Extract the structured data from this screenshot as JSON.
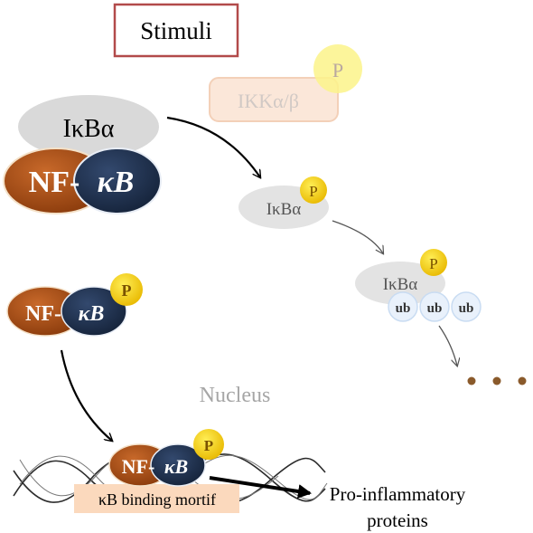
{
  "stimuli_label": "Stimuli",
  "ikk_label": "IKKα/β",
  "phospho_label": "P",
  "ikba_label": "IκBα",
  "nfkb_prefix": "NF-",
  "nfkb_kappa": "κB",
  "ub_label": "ub",
  "ellipsis": "• • •",
  "nucleus_label": "Nucleus",
  "kb_motif_label": "κB binding mortif",
  "output_line1": "Pro-inflammatory",
  "output_line2": "proteins",
  "colors": {
    "stimuli_border": "#b24a4a",
    "ikk_fill": "#fbe3d3",
    "ikk_border": "#f2c8ac",
    "ikk_text": "#c9c0bb",
    "phospho_yellow": "#f5d800",
    "phospho_faded": "#fbf38a",
    "phospho_text": "#7a5200",
    "ikba_gray": "#d9d9d9",
    "nf_brown": "#a34a12",
    "kb_navy": "#1e2f4a",
    "ub_fill": "#e9f1fb",
    "ub_stroke": "#c9dcf2",
    "ellipsis_brown": "#8a5a2b",
    "nucleus_text": "#a6a6a6",
    "motif_fill": "#fbd9bd",
    "arrow_black": "#000000"
  }
}
